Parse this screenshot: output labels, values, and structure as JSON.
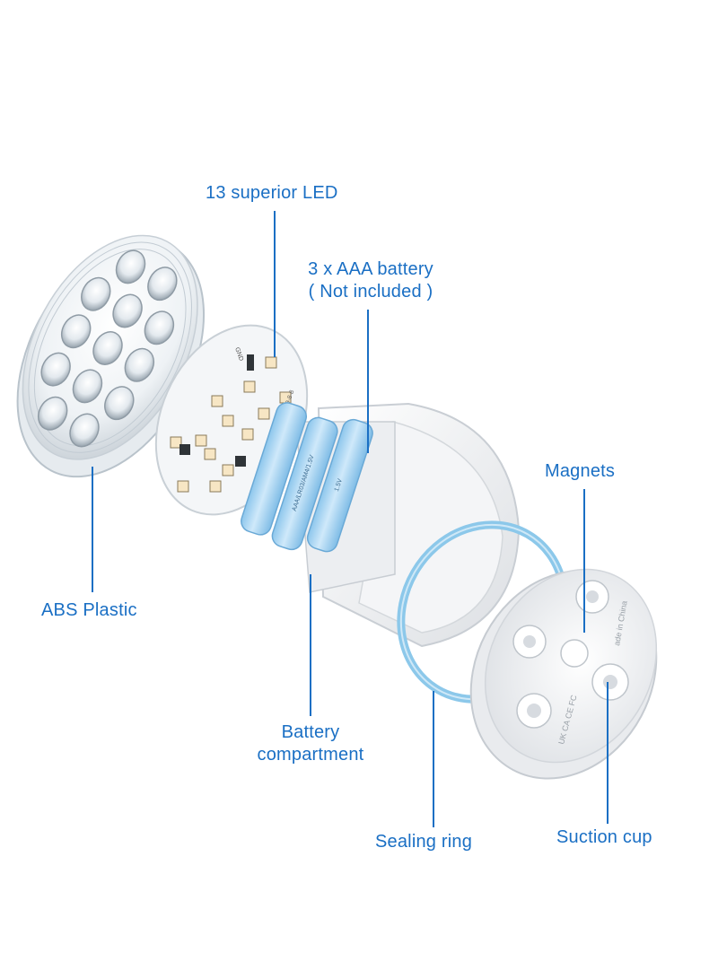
{
  "labels": {
    "led": "13 superior LED",
    "battery_line1": "3 x AAA battery",
    "battery_line2": "( Not included )",
    "magnets": "Magnets",
    "abs": "ABS Plastic",
    "compartment_line1": "Battery",
    "compartment_line2": "compartment",
    "sealing_ring": "Sealing ring",
    "suction_cup": "Suction cup"
  },
  "printed_marks": {
    "battery_text_a": "AAA/LR03/AM4/1.5V",
    "battery_text_b": "1.5V",
    "board_gnd": "GND",
    "board_date": "2019-8-8",
    "base_text": "ade in China",
    "base_marks": "UK CA CE FC"
  },
  "colors": {
    "label_text": "#1a6fc4",
    "leader_line": "#1a6fc4",
    "battery": "#a9d6f3",
    "sealing_ring": "#8cc8ea",
    "housing": "#f3f4f6"
  }
}
